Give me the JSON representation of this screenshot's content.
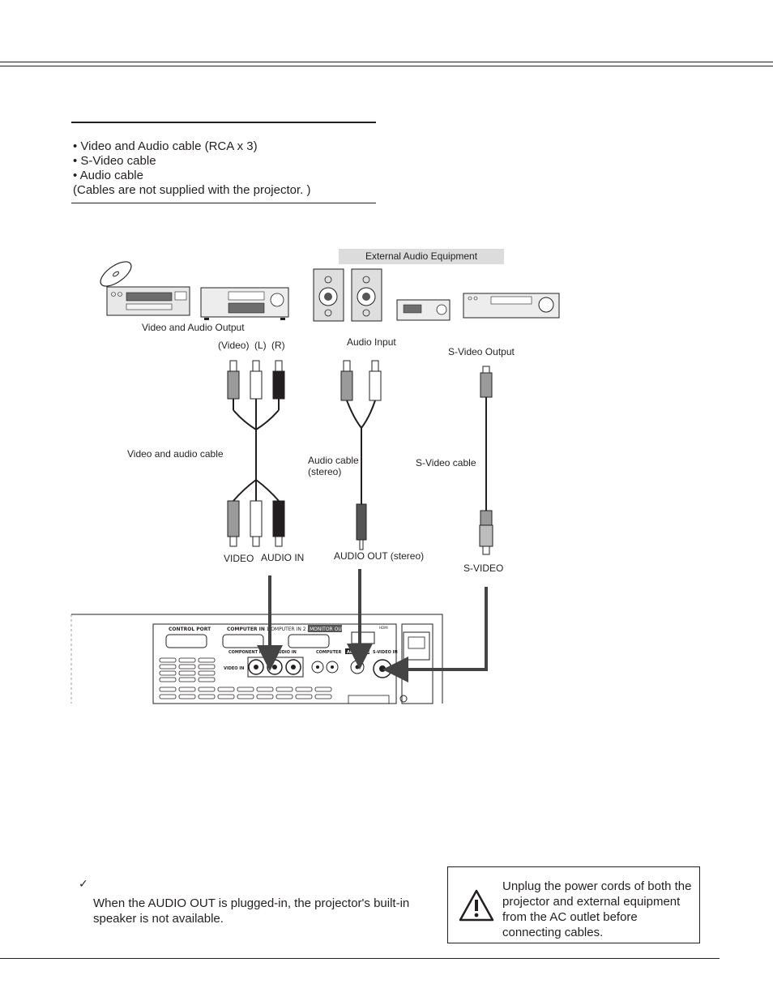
{
  "cables": {
    "items": [
      "• Video and Audio cable (RCA x 3)",
      "• S-Video cable",
      "• Audio cable"
    ],
    "note": "(Cables are not supplied with the projector. )"
  },
  "diagram": {
    "external_audio_label": "External Audio Equipment",
    "video_audio_output_label": "Video and Audio Output",
    "video_plug_label": "(Video)",
    "l_plug_label": "(L)",
    "r_plug_label": "(R)",
    "audio_input_label": "Audio Input",
    "s_video_output_label": "S-Video Output",
    "video_audio_cable_label": "Video and audio cable",
    "audio_cable_label_1": "Audio cable",
    "audio_cable_label_2": "(stereo)",
    "s_video_cable_label": "S-Video cable",
    "video_terminal_label": "VIDEO",
    "audio_in_terminal_label": "AUDIO IN",
    "audio_out_terminal_label": "AUDIO OUT (stereo)",
    "s_video_terminal_label": "S-VIDEO",
    "panel": {
      "control_port": "CONTROL PORT",
      "computer_in_1": "COMPUTER IN 1",
      "computer_in_2": "COMPUTER IN 2 /",
      "monitor_out": "MONITOR OUT",
      "component_in": "COMPONENT IN",
      "audio_in": "AUDIO IN",
      "computer": "COMPUTER",
      "audio_out": "AUDIO OUT",
      "s_video_in": "S-VIDEO IN",
      "video_in": "VIDEO IN",
      "hdmi": "HDMI"
    }
  },
  "note": {
    "check": "✓",
    "text": "When the AUDIO OUT is plugged-in, the projector's built-in speaker is not available."
  },
  "warning": {
    "text": "Unplug the power cords of both the projector and external equipment from the AC outlet before connecting cables."
  }
}
